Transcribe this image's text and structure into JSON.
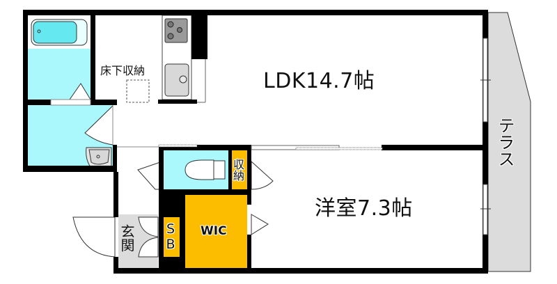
{
  "floor_plan": {
    "rooms": {
      "ldk": {
        "label": "LDK14.7帖",
        "type": "LDK",
        "size_jo": 14.7
      },
      "western_room": {
        "label": "洋室7.3帖",
        "type": "洋室",
        "size_jo": 7.3
      },
      "wic": {
        "label": "WIC"
      },
      "shoe_box": {
        "label": "SB"
      },
      "entrance": {
        "label": "玄関"
      },
      "storage": {
        "label": "収納"
      },
      "underfloor_storage": {
        "label": "床下収納"
      },
      "terrace": {
        "label": "テラス"
      }
    },
    "colors": {
      "wall": "#000000",
      "wet_area": "#aaf8fc",
      "storage": "#fcbc00",
      "entrance_floor": "#dcdcdc",
      "terrace": "#dcdcdc",
      "fixture": "#d8d8d8",
      "background": "#ffffff"
    }
  }
}
